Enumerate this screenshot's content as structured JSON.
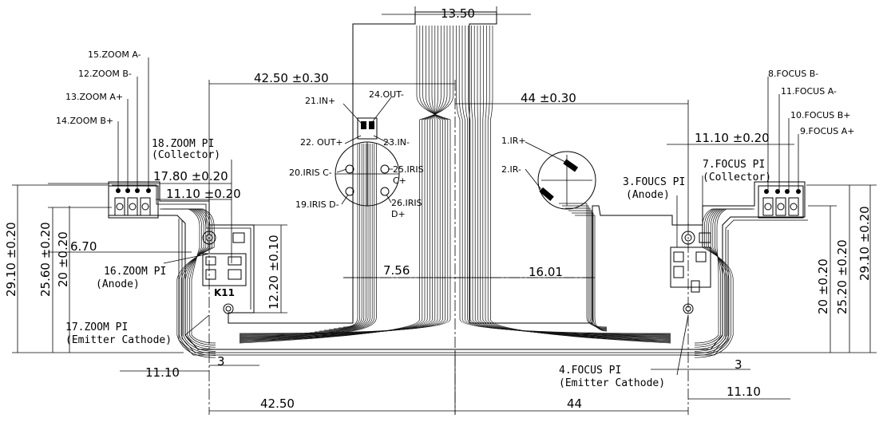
{
  "dimensions": {
    "top_width": "13.50",
    "left_upper": "42.50 ±0.30",
    "right_upper": "44 ±0.30",
    "right_11_10_tol": "11.10 ±0.20",
    "left_17_80": "17.80 ±0.20",
    "left_11_10_tol": "11.10 ±0.20",
    "left_6_70": "6.70",
    "mid_7_56": "7.56",
    "mid_16_01": "16.01",
    "left_bottom_11_10": "11.10",
    "left_bottom_3": "3",
    "right_bottom_3": "3",
    "right_bottom_11_10": "11.10",
    "bottom_left": "42.50",
    "bottom_right": "44",
    "left_height_29_10": "29.10 ±0.20",
    "left_height_25_60": "25.60 ±0.20",
    "left_height_20": "20 ±0.20",
    "center_12_20": "12.20 ±0.10",
    "right_height_20": "20 ±0.20",
    "right_height_25_20": "25.20 ±0.20",
    "right_height_29_10": "29.10 ±0.20"
  },
  "pins": {
    "p15": "15.ZOOM A-",
    "p12": "12.ZOOM B-",
    "p13": "13.ZOOM A+",
    "p14": "14.ZOOM B+",
    "p18": "18.ZOOM PI",
    "p18_sub": "(Collector)",
    "p16": "16.ZOOM PI",
    "p16_sub": "(Anode)",
    "p17": "17.ZOOM PI",
    "p17_sub": "(Emitter Cathode)",
    "p21": "21.IN+",
    "p24": "24.OUT-",
    "p22": "22. OUT+",
    "p23": "23.IN-",
    "p20": "20.IRIS C-",
    "p25a": "25.IRIS",
    "p25b": "C+",
    "p19": "19.IRIS D-",
    "p26a": "26.IRIS",
    "p26b": "D+",
    "p1": "1.IR+",
    "p2": "2.IR-",
    "p3": "3.FOUCS PI",
    "p3_sub": "(Anode)",
    "p7": "7.FOCUS PI",
    "p7_sub": "(Collector)",
    "p8": "8.FOCUS B-",
    "p11": "11.FOCUS A-",
    "p10": "10.FOCUS B+",
    "p9": "9.FOCUS A+",
    "p4": "4.FOCUS PI",
    "p4_sub": "(Emitter Cathode)",
    "k11": "K11"
  },
  "colors": {
    "line": "#000000",
    "background": "#ffffff"
  }
}
